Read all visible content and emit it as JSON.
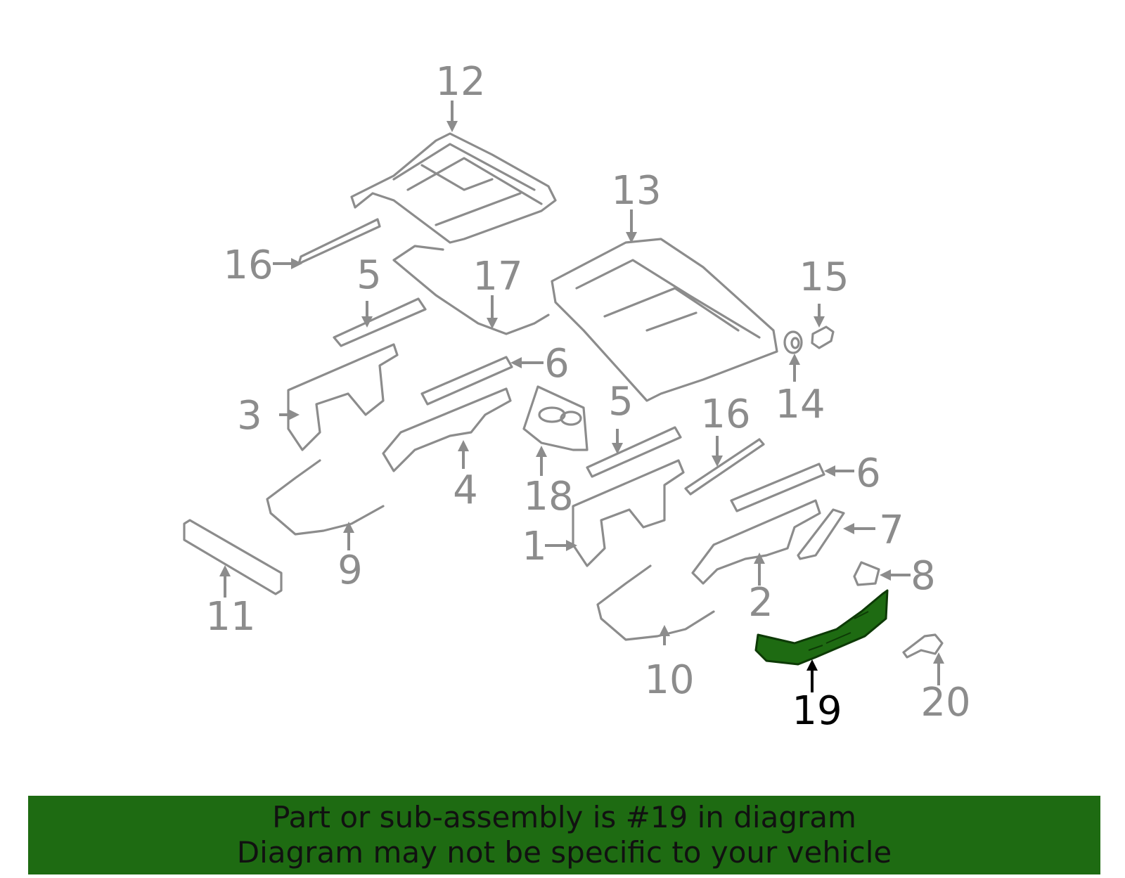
{
  "highlight": {
    "part_number": "19",
    "color": "#1e6b12"
  },
  "callouts": {
    "c1": "1",
    "c2": "2",
    "c3": "3",
    "c4": "4",
    "c5a": "5",
    "c5b": "5",
    "c6a": "6",
    "c6b": "6",
    "c7": "7",
    "c8": "8",
    "c9": "9",
    "c10": "10",
    "c11": "11",
    "c12": "12",
    "c13": "13",
    "c14": "14",
    "c15": "15",
    "c16a": "16",
    "c16b": "16",
    "c17": "17",
    "c18": "18",
    "c19": "19",
    "c20": "20"
  },
  "banner": {
    "line1": "Part or sub-assembly is #19 in diagram",
    "line2": "Diagram may not be specific to your vehicle"
  }
}
